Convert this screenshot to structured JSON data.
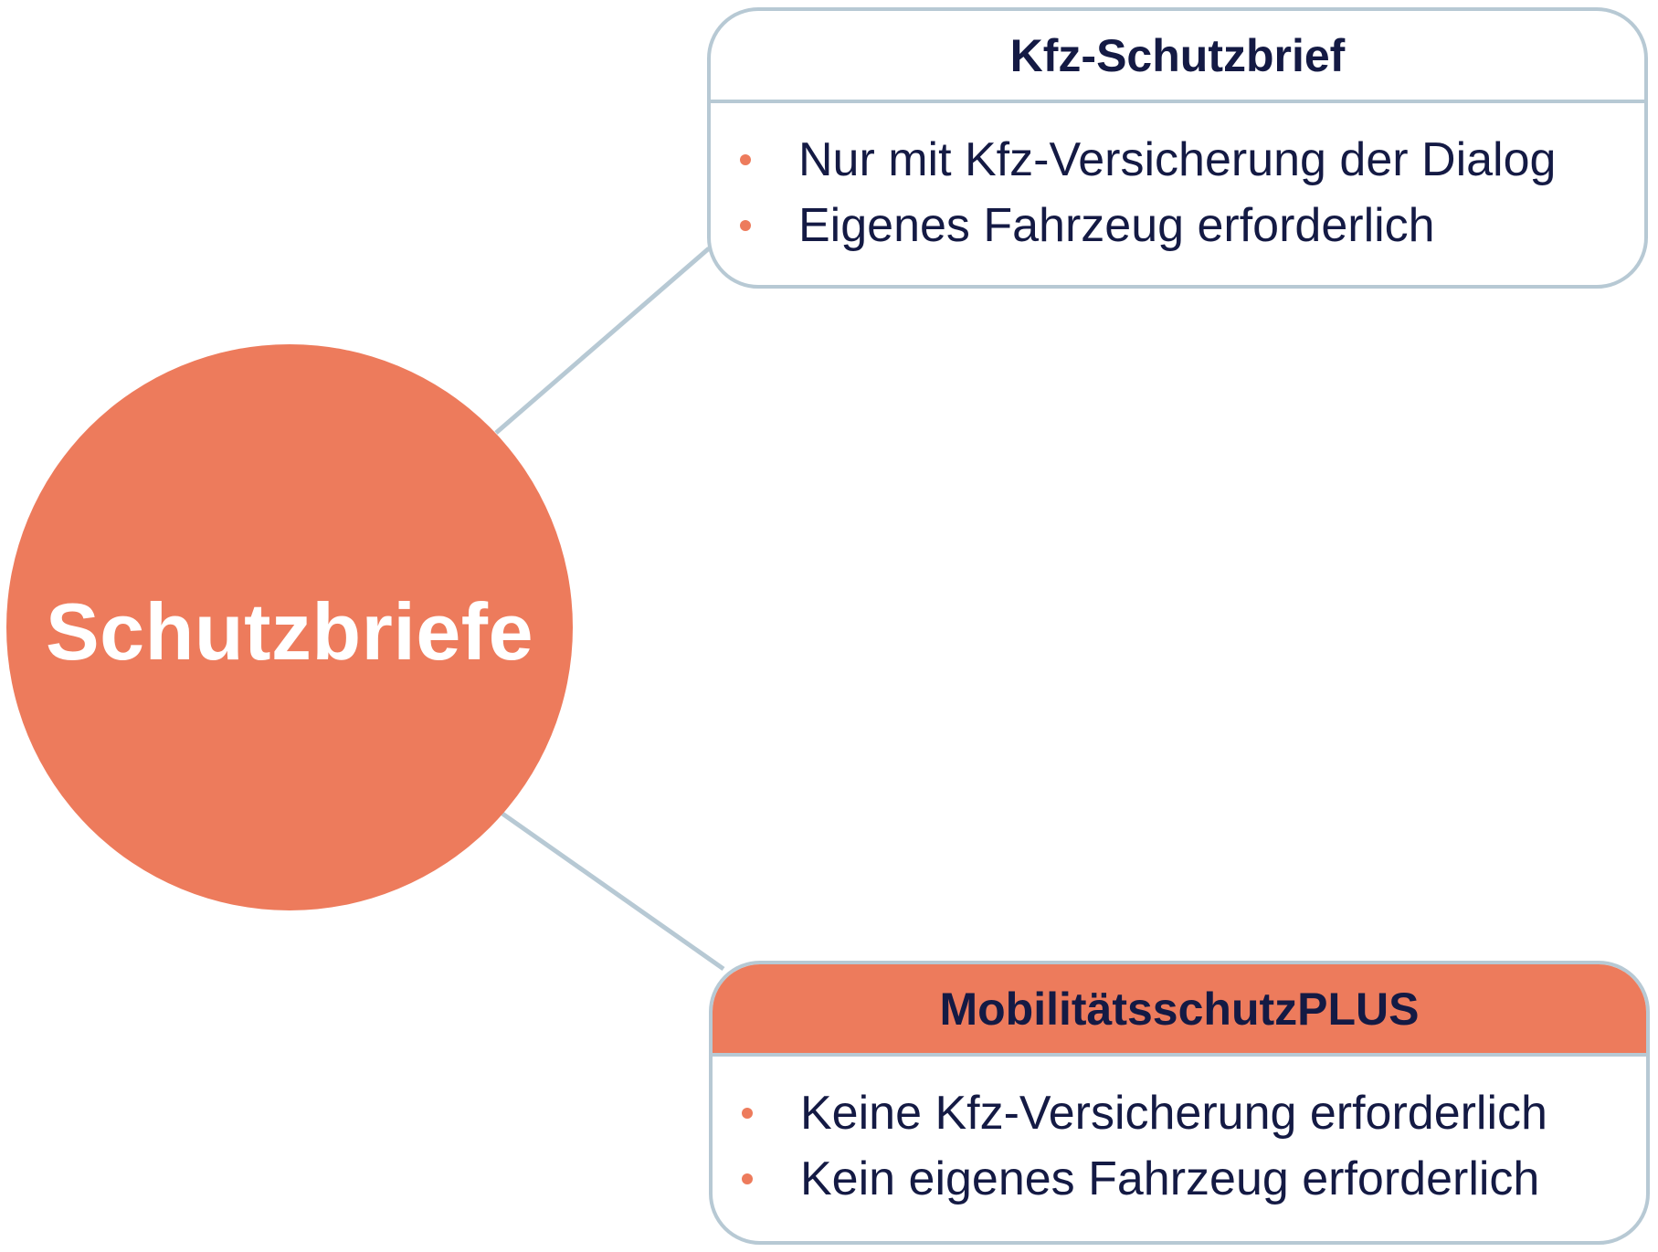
{
  "hub": {
    "label": "Schutzbriefe",
    "color": "#ed7b5c"
  },
  "cards": [
    {
      "title": "Kfz-Schutzbrief",
      "items": [
        "Nur mit Kfz-Versicherung der Dialog",
        "Eigenes Fahrzeug erforderlich"
      ]
    },
    {
      "title": "MobilitätsschutzPLUS",
      "header_color": "#ed7b5c",
      "items": [
        "Keine Kfz-Versicherung erforderlich",
        "Kein eigenes Fahrzeug erforderlich"
      ]
    }
  ],
  "colors": {
    "accent": "#ed7b5c",
    "border": "#b7c9d4",
    "text": "#141a44"
  }
}
